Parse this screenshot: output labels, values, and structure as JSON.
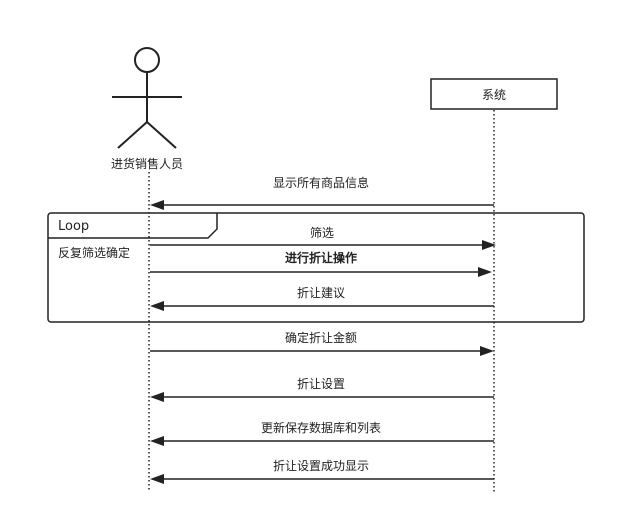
{
  "actor": {
    "name": "进货销售人员"
  },
  "system": {
    "name": "系统"
  },
  "loop": {
    "tag": "Loop",
    "guard": "反复筛选确定"
  },
  "messages": [
    {
      "label": "显示所有商品信息",
      "direction": "to-actor",
      "bold": false
    },
    {
      "label": "筛选",
      "direction": "to-system",
      "bold": false
    },
    {
      "label": "进行折让操作",
      "direction": "to-system",
      "bold": true
    },
    {
      "label": "折让建议",
      "direction": "to-actor",
      "bold": false
    },
    {
      "label": "确定折让金额",
      "direction": "to-system",
      "bold": false
    },
    {
      "label": "折让设置",
      "direction": "to-actor",
      "bold": false
    },
    {
      "label": "更新保存数据库和列表",
      "direction": "to-actor",
      "bold": false
    },
    {
      "label": "折让设置成功显示",
      "direction": "to-actor",
      "bold": false
    }
  ]
}
